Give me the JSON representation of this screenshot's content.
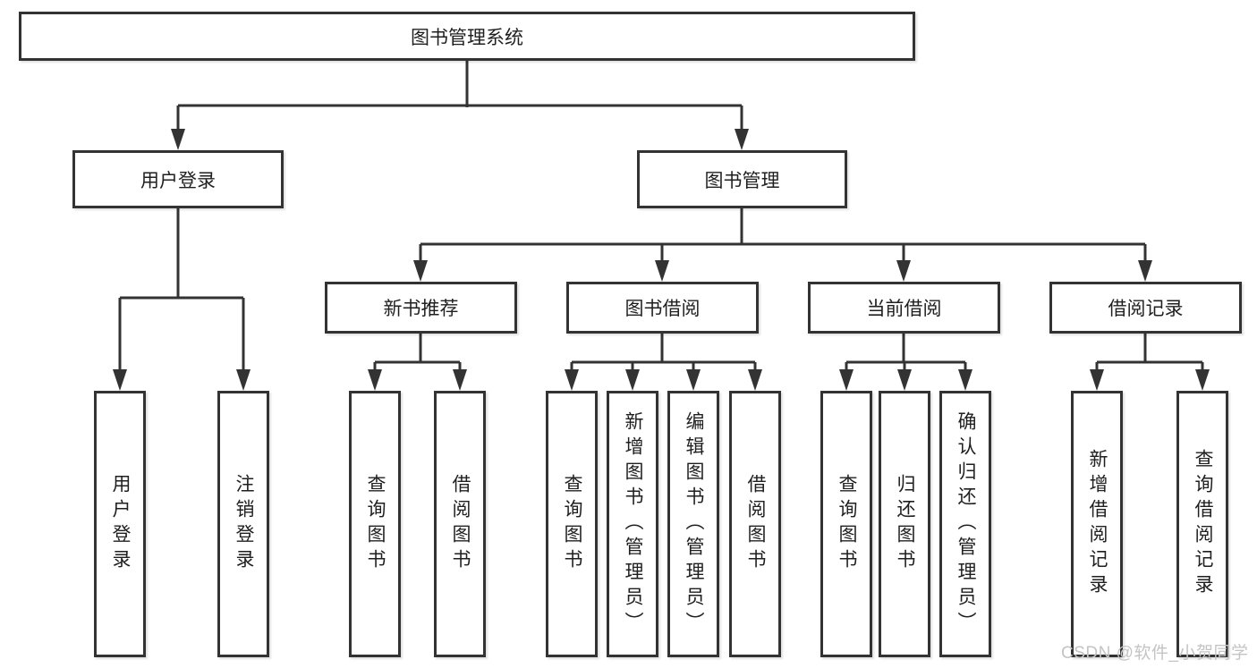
{
  "diagram_type": "hierarchy-tree",
  "colors": {
    "background": "#ffffff",
    "line": "#333333",
    "box_border": "#333333",
    "box_fill": "#ffffff",
    "text": "#1f1f1f",
    "watermark": "#c4c4c4"
  },
  "tree": {
    "label": "图书管理系统",
    "children": [
      {
        "label": "用户登录",
        "children": [
          {
            "label": "用户登录"
          },
          {
            "label": "注销登录"
          }
        ]
      },
      {
        "label": "图书管理",
        "children": [
          {
            "label": "新书推荐",
            "children": [
              {
                "label": "查询图书"
              },
              {
                "label": "借阅图书"
              }
            ]
          },
          {
            "label": "图书借阅",
            "children": [
              {
                "label": "查询图书"
              },
              {
                "label": "新增图书（管理员）"
              },
              {
                "label": "编辑图书（管理员）"
              },
              {
                "label": "借阅图书"
              }
            ]
          },
          {
            "label": "当前借阅",
            "children": [
              {
                "label": "查询图书"
              },
              {
                "label": "归还图书"
              },
              {
                "label": "确认归还（管理员）"
              }
            ]
          },
          {
            "label": "借阅记录",
            "children": [
              {
                "label": "新增借阅记录"
              },
              {
                "label": "查询借阅记录"
              }
            ]
          }
        ]
      }
    ]
  },
  "watermark": {
    "text": "CSDN @软件_小贺同学"
  }
}
